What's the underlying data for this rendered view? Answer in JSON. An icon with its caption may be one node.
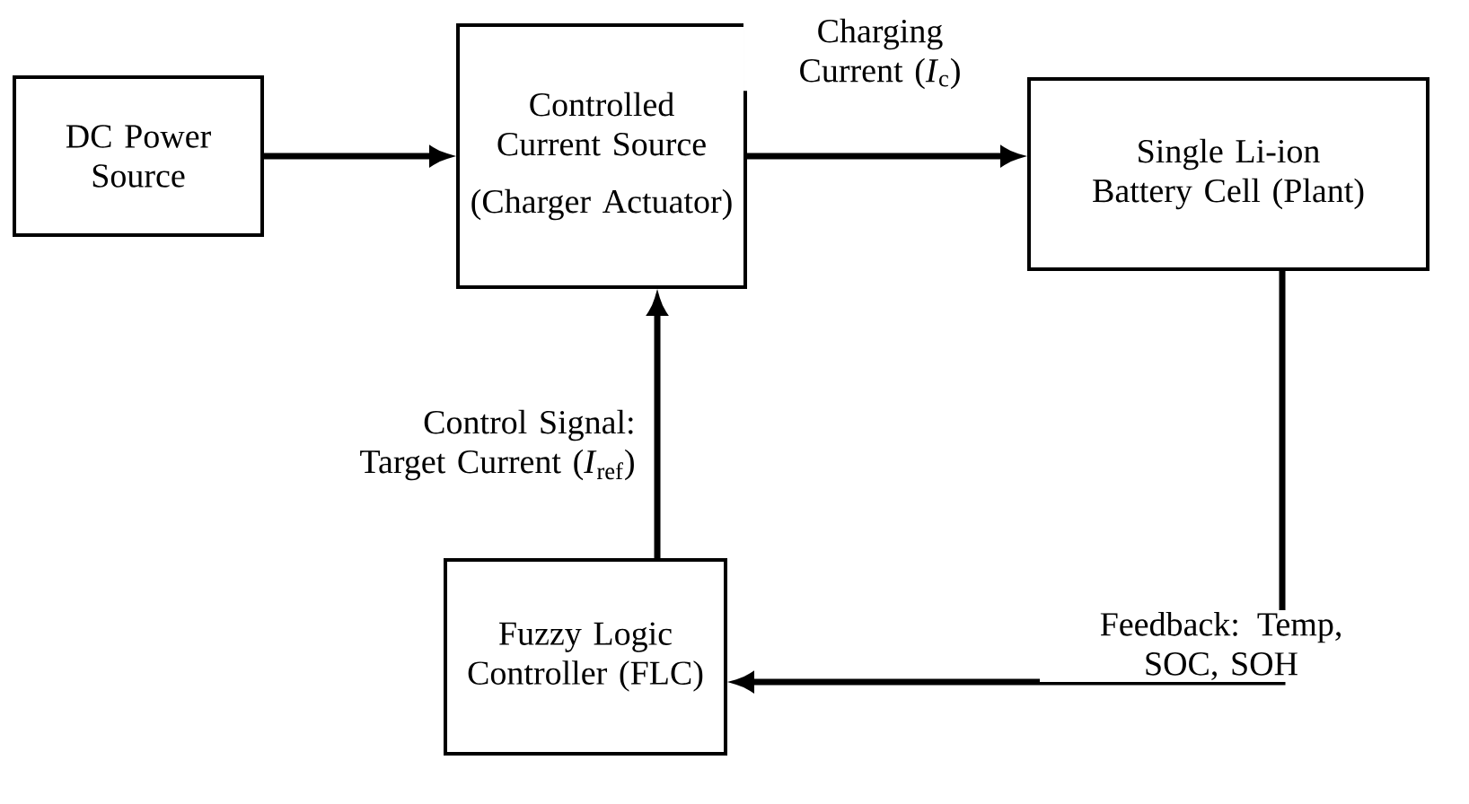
{
  "diagram": {
    "nodes": [
      {
        "text": [
          "DC Power Source"
        ]
      },
      {
        "text": [
          "Controlled Current Source",
          "(Charger Actuator)"
        ]
      },
      {
        "text": [
          "Single Li-ion Battery Cell (Plant)"
        ]
      },
      {
        "text": [
          "Fuzzy Logic Controller (FLC)"
        ]
      }
    ],
    "edges": [
      {
        "from": 0,
        "to": 1,
        "arrow": "to"
      },
      {
        "from": 1,
        "to": 2,
        "arrow": "to",
        "label": "Charging Current (*I*$_{c}$)"
      },
      {
        "from": 2,
        "to": 3,
        "arrow": "to",
        "label": "Feedback: Temp, SOC, SOH"
      },
      {
        "from": 3,
        "to": 1,
        "arrow": "to",
        "label": "Control Signal: Target Current (*I*$_{ref}$)"
      }
    ]
  }
}
